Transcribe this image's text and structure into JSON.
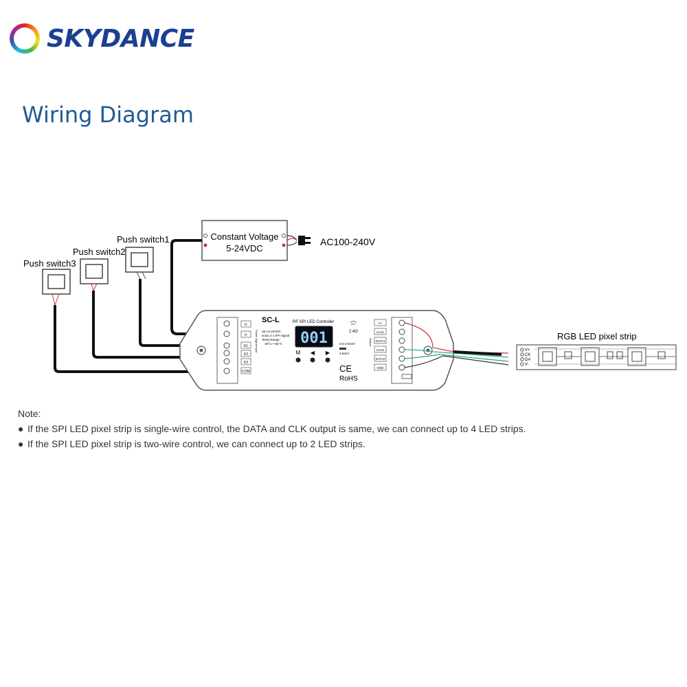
{
  "brand": {
    "name": "SKYDANCE"
  },
  "page": {
    "title": "Wiring Diagram"
  },
  "diagram": {
    "power_supply": {
      "line1": "Constant Voltage",
      "line2": "5-24VDC",
      "ac_label": "AC100-240V"
    },
    "switches": [
      {
        "label": "Push switch1"
      },
      {
        "label": "Push switch2"
      },
      {
        "label": "Push switch3"
      }
    ],
    "controller": {
      "model": "SC-L",
      "subtitle": "RF SPI LED Controller",
      "display": "001",
      "spec1": "Uin=5-24VDC",
      "spec2": "Uout=2 x SPI Signal",
      "spec3": "Temp Range:",
      "spec4": "-30°C~+55°C",
      "rf": "2.4G",
      "wire1": "0.5-2.0mm²",
      "wire2": "4-6mm",
      "btn_m": "M",
      "btn_left": "◀",
      "btn_right": "▶",
      "ce": "CE",
      "rohs": "RoHS",
      "input_label": "Power Signal input",
      "output_label": "Output",
      "in_terminals": [
        "V-",
        "V-",
        "K1",
        "K2",
        "K3",
        "COM"
      ],
      "out_terminals": [
        "V+",
        "CLK1",
        "DATA1",
        "CLK2",
        "DATA2",
        "GND"
      ]
    },
    "strip": {
      "label": "RGB LED pixel strip",
      "pins": [
        "V+",
        "CK",
        "DA",
        "V-"
      ]
    }
  },
  "note": {
    "title": "Note:",
    "items": [
      "If the SPI LED pixel strip is single-wire control, the DATA and CLK output is same, we can connect up to 4 LED strips.",
      "If the SPI LED pixel strip is two-wire control, we can connect up to 2 LED strips."
    ]
  }
}
